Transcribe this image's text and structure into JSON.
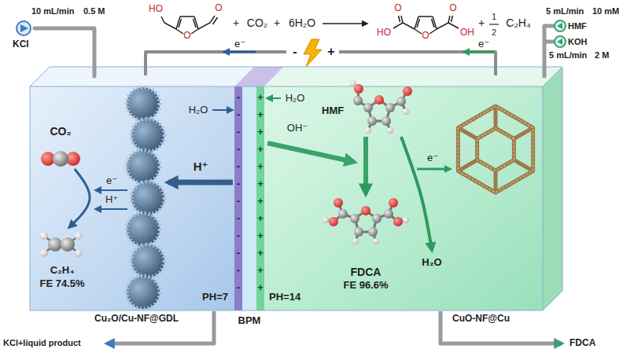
{
  "diagram": {
    "nodes": [
      {
        "text": [
          "PH=7"
        ]
      },
      {
        "text": [
          "CO₂"
        ],
        "in": 0
      },
      {
        "text": [
          "C₂H₄",
          "FE 74.5%"
        ],
        "in": 0
      },
      {
        "text": [
          "BPM"
        ]
      },
      {
        "text": [
          "PH=14"
        ]
      },
      {
        "text": [
          "HMF"
        ],
        "in": 4
      },
      {
        "text": [
          "FDCA",
          "FE 96.6%"
        ],
        "in": 4
      },
      {
        "text": [
          "H₂O"
        ],
        "in": 4
      }
    ],
    "edges": [
      {
        "from": 1,
        "to": 2,
        "arrow": "to"
      },
      {
        "from": 5,
        "to": 6,
        "arrow": "to"
      },
      {
        "from": 5,
        "to": 7,
        "arrow": "to"
      }
    ],
    "labels": [
      "10 mL/min",
      "0.5 M",
      "KCl",
      "HO",
      "O",
      "O",
      "+",
      "CO₂",
      "+",
      "6H₂O",
      "HO",
      "O",
      "O",
      "O",
      "OH",
      "+",
      "1",
      "2",
      "C₂H₄",
      "5 mL/min",
      "10 mM",
      "HMF",
      "KOH",
      "5 mL/min",
      "2 M",
      "e⁻",
      "-",
      "+",
      "e⁻",
      "e⁻",
      "H⁺",
      "H₂O",
      "H⁺",
      "H₂O",
      "OH⁻",
      "e⁻",
      "-",
      "-",
      "-",
      "-",
      "-",
      "-",
      "-",
      "-",
      "-",
      "-",
      "-",
      "-",
      "+",
      "+",
      "+",
      "+",
      "+",
      "+",
      "+",
      "+",
      "+",
      "+",
      "+",
      "+",
      "Cu₂O/Cu-NF@GDL",
      "KCl+liquid product",
      "CuO-NF@Cu",
      "FDCA"
    ]
  }
}
